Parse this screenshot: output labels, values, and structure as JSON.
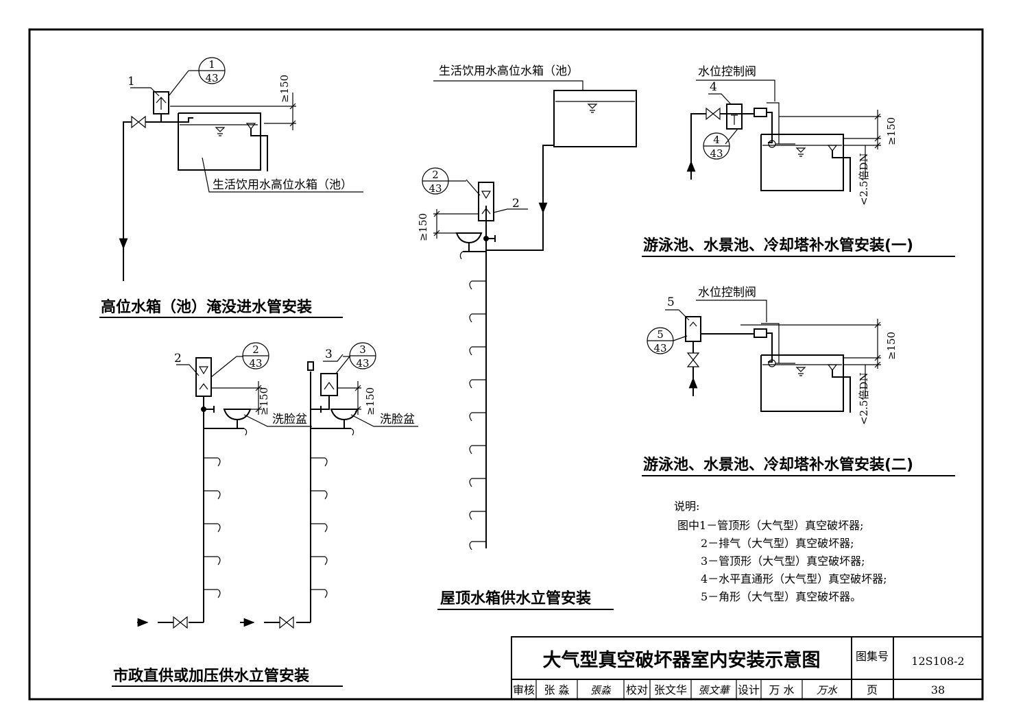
{
  "labels": {
    "tank_left": "生活饮用水高位水箱（池）",
    "tank_mid": "生活饮用水高位水箱（池）",
    "valve_ctrl_1": "水位控制阀",
    "valve_ctrl_2": "水位控制阀",
    "basin_1": "洗脸盆",
    "basin_2": "洗脸盆",
    "n1": "1",
    "n2a": "2",
    "n2b": "2",
    "n3": "3",
    "n4": "4",
    "n5": "5"
  },
  "refs": [
    {
      "num": "1",
      "den": "43"
    },
    {
      "num": "2",
      "den": "43"
    },
    {
      "num": "2",
      "den": "43"
    },
    {
      "num": "3",
      "den": "43"
    },
    {
      "num": "4",
      "den": "43"
    },
    {
      "num": "5",
      "den": "43"
    }
  ],
  "dims": {
    "d150": "≥150",
    "d25": "<2.5倍DN"
  },
  "titles": {
    "t1": "高位水箱（池）淹没进水管安装",
    "t2": "市政直供或加压供水立管安装",
    "t3": "屋顶水箱供水立管安装",
    "t4": "游泳池、水景池、冷却塔补水管安装(一)",
    "t5": "游泳池、水景池、冷却塔补水管安装(二)"
  },
  "notes": {
    "header": "说明:",
    "l1": "图中1－管顶形（大气型）真空破坏器;",
    "l2": "2－排气（大气型）真空破坏器;",
    "l3": "3－管顶形（大气型）真空破坏器;",
    "l4": "4－水平直通形（大气型）真空破坏器;",
    "l5": "5－角形（大气型）真空破坏器。"
  },
  "titleblock": {
    "title": "大气型真空破坏器室内安装示意图",
    "atlas_label": "图集号",
    "atlas_value": "12S108-2",
    "review": "审核",
    "review_name": "张 淼",
    "review_sig": "張淼",
    "check": "校对",
    "check_name": "张文华",
    "check_sig": "張文華",
    "design": "设计",
    "design_name": "万 水",
    "design_sig": "万水",
    "page_label": "页",
    "page_value": "38"
  }
}
